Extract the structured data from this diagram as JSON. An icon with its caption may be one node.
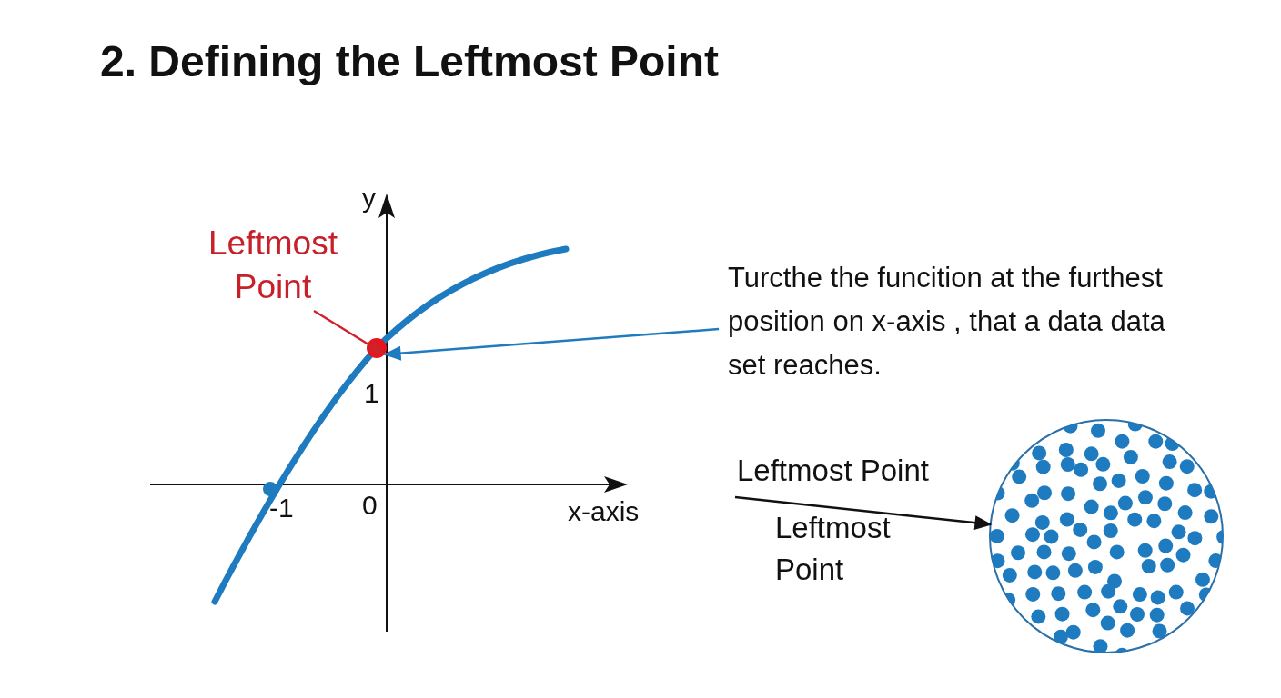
{
  "diagram": {
    "title": "2. Defining the Leftmost Point",
    "nodes": [
      {
        "text": [
          "Leftmost Point"
        ]
      },
      {
        "text": [],
        "shape": "circle"
      },
      {
        "text": [
          "Turcthe the funcition at the furthest position on x-axis , that a data data set reaches."
        ]
      },
      {
        "text": [],
        "shape": "circle"
      }
    ],
    "edges": [
      {
        "from": 0,
        "to": 1,
        "arrow": "to",
        "color": "#d0202a"
      },
      {
        "from": 2,
        "to": 1,
        "arrow": "to",
        "color": "#1f7bc0"
      },
      {
        "from": null,
        "to": 3,
        "arrow": "to",
        "label": "Leftmost Point",
        "color": "#111111"
      }
    ],
    "labels": [
      "y",
      "1",
      "-1",
      "0",
      "x-axis",
      "Leftmost Point"
    ]
  }
}
